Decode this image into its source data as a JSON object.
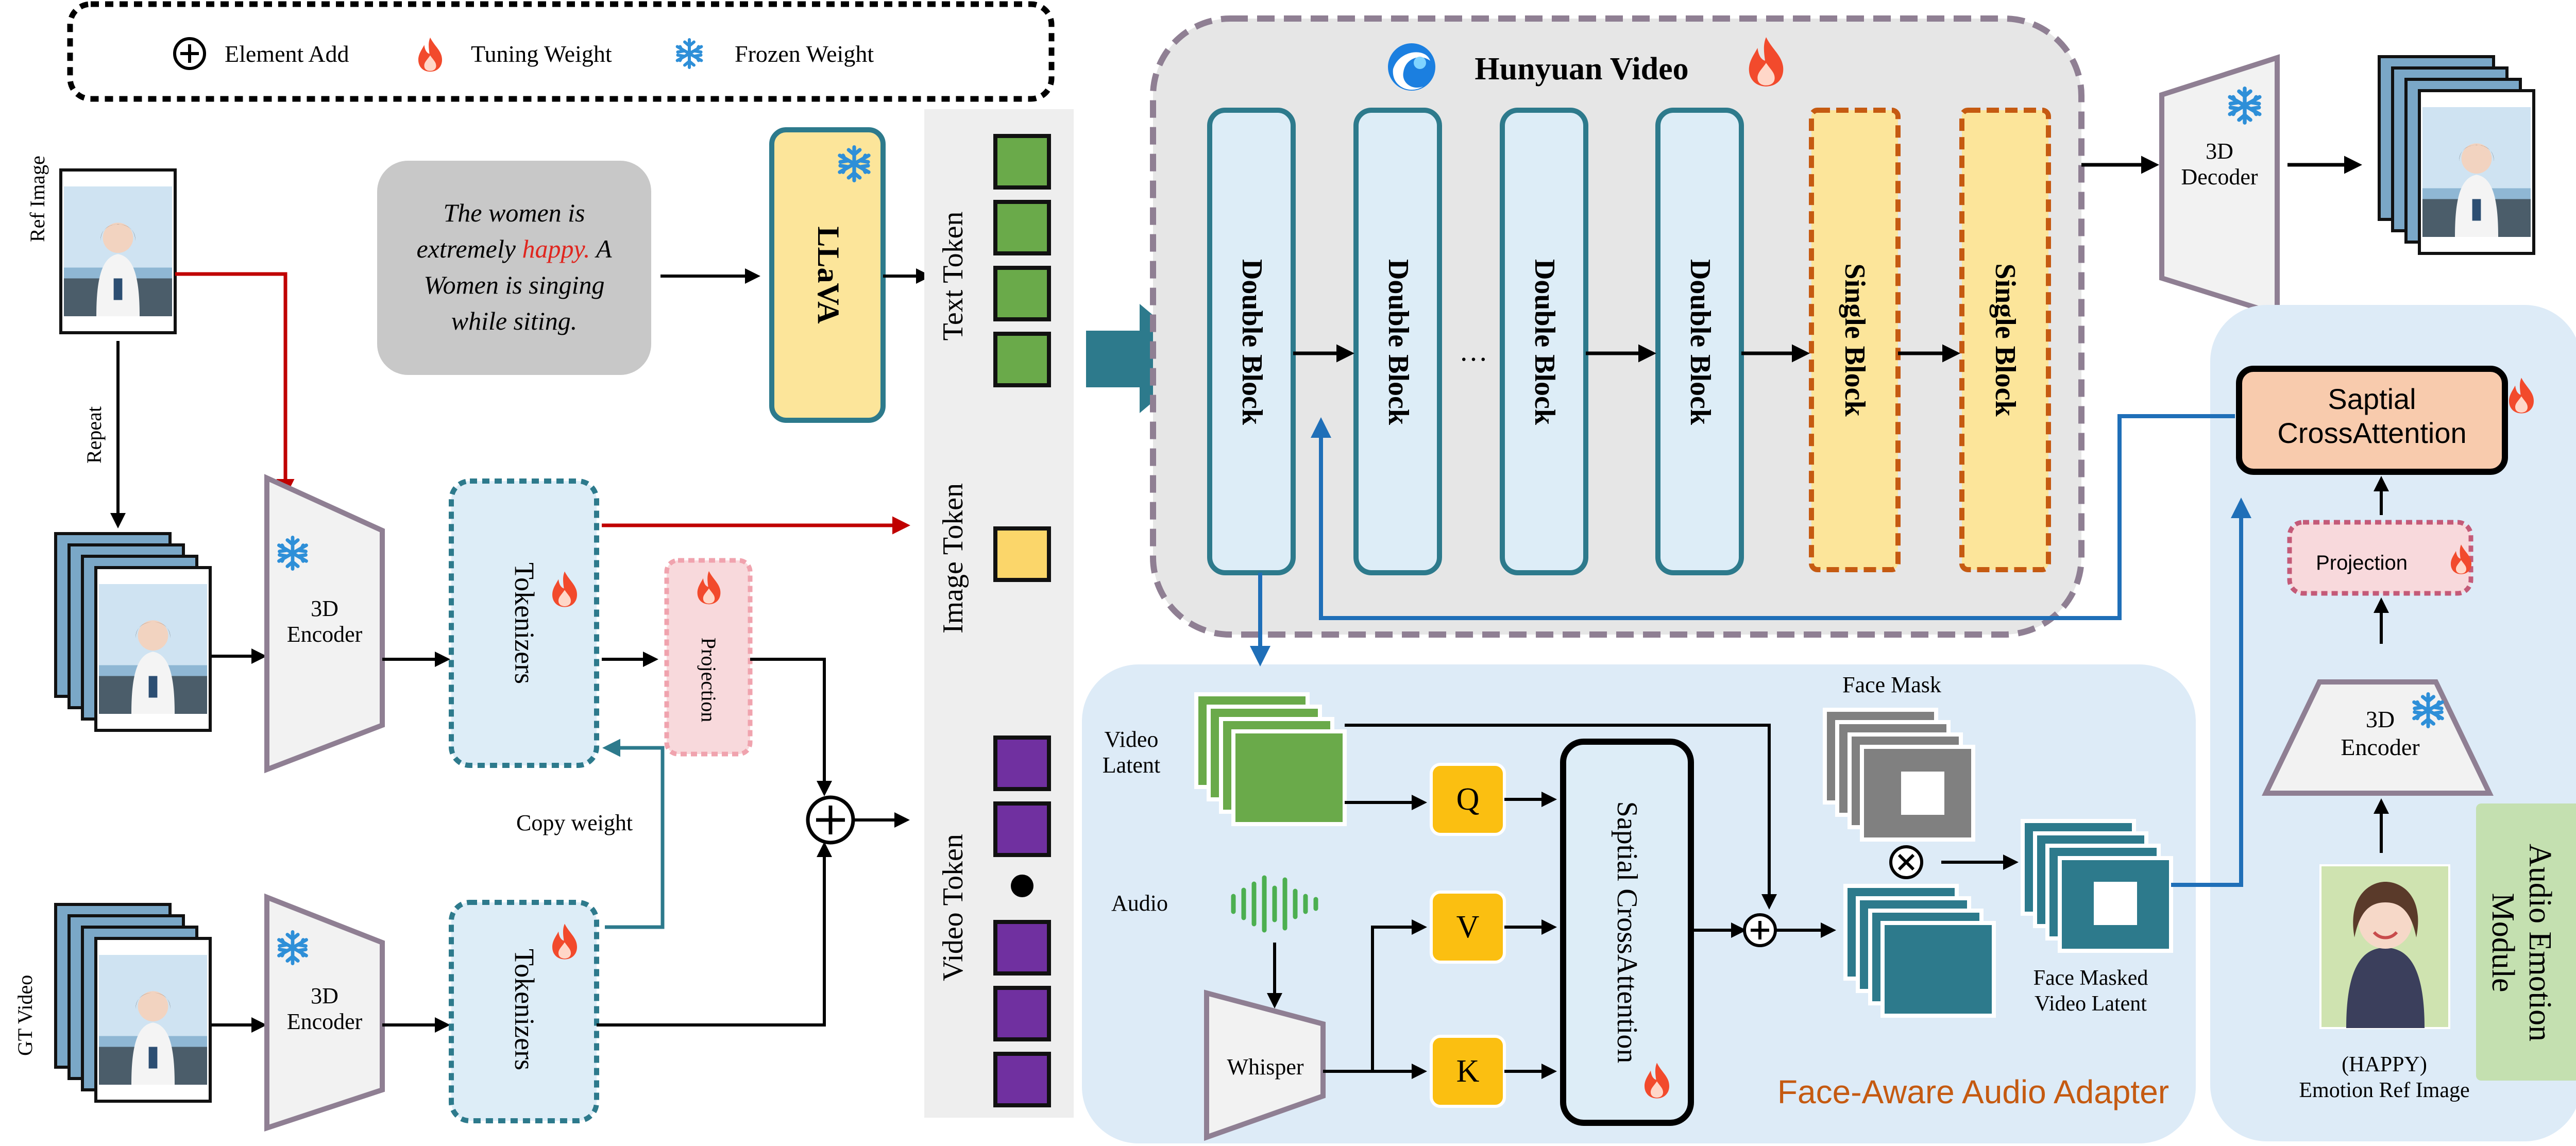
{
  "legend": {
    "add": "Element Add",
    "tuning": "Tuning Weight",
    "frozen": "Frozen Weight"
  },
  "left": {
    "ref_image": "Ref Image",
    "repeat": "Repeat",
    "gt_video": "GT Video",
    "encoder_top": "3D\nEncoder",
    "encoder_bottom": "3D\nEncoder",
    "tokenizers_top": "Tokenizers",
    "tokenizers_bottom": "Tokenizers",
    "projection": "Projection",
    "copy_weight": "Copy weight"
  },
  "prompt": {
    "line1": "The women is",
    "line2_a": "extremely ",
    "line2_b": "happy.",
    "line2_c": " A",
    "line3": "Women is singing",
    "line4": "while siting."
  },
  "llava": "LLaVA",
  "tokens": {
    "text": "Text Token",
    "image": "Image Token",
    "video": "Video Token"
  },
  "hunyuan": {
    "title": "Hunyuan Video",
    "double_block": "Double Block",
    "single_block": "Single Block",
    "ellipsis": "…"
  },
  "decoder": "3D\nDecoder",
  "audio_adapter": {
    "title": "Face-Aware Audio Adapter",
    "video_latent": "Video\nLatent",
    "audio": "Audio",
    "whisper": "Whisper",
    "q": "Q",
    "v": "V",
    "k": "K",
    "cross_attention": "Saptial CrossAttention",
    "face_mask": "Face Mask",
    "face_masked_latent": "Face Masked\nVideo Latent"
  },
  "emotion_module": {
    "title": "Audio Emotion\nModule",
    "cross_attention": "Saptial\nCrossAttention",
    "projection": "Projection",
    "encoder": "3D\nEncoder",
    "happy": "(HAPPY)",
    "emotion_ref": "Emotion Ref Image"
  },
  "colors": {
    "teal": "#2d7a8c",
    "red_arrow": "#c00000",
    "blue_arrow": "#1f6fb8",
    "green_token": "#6aaa4a",
    "yellow_token": "#fbd66a",
    "purple_token": "#7030a0",
    "flame": "#f24a2c",
    "snow": "#2e8fd8"
  }
}
